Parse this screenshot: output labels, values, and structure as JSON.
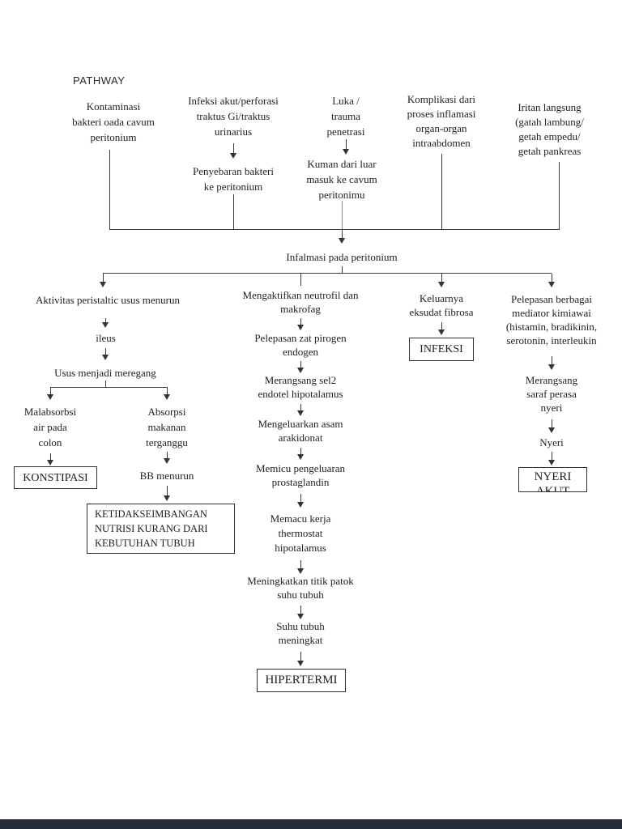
{
  "title": "PATHWAY",
  "colors": {
    "page_bg": "#ffffff",
    "ink": "#1f1f1f",
    "separator": "#232b36"
  },
  "nodes": {
    "kontaminasi": {
      "label": "Kontaminasi\nbakteri oada cavum\nperitonium"
    },
    "infeksi_akut": {
      "label": "Infeksi akut/perforasi\ntraktus Gi/traktus\nurinarius"
    },
    "penyebaran": {
      "label": "Penyebaran bakteri\nke peritonium"
    },
    "luka": {
      "label": "Luka /\ntrauma\npenetrasi"
    },
    "kuman": {
      "label": "Kuman dari luar\nmasuk ke cavum\nperitonimu"
    },
    "komplikasi": {
      "label": "Komplikasi dari\nproses inflamasi\norgan-organ\nintraabdomen"
    },
    "iritan": {
      "label": "Iritan langsung\n(gatah lambung/\ngetah empedu/\ngetah pankreas"
    },
    "inflamasi": {
      "label": "Infalmasi pada peritonium"
    },
    "aktivitas": {
      "label": "Aktivitas peristaltic usus menurun"
    },
    "ileus": {
      "label": "ileus"
    },
    "usus_meregang": {
      "label": "Usus menjadi meregang"
    },
    "malabsorbsi": {
      "label": "Malabsorbsi\nair pada\ncolon"
    },
    "konstipasi": {
      "label": "KONSTIPASI"
    },
    "absorpsi": {
      "label": "Absorpsi\nmakanan\nterganggu"
    },
    "bb_menurun": {
      "label": "BB menurun"
    },
    "ketidakseimbangan": {
      "label": "KETIDAKSEIMBANGAN\nNUTRISI KURANG DARI\nKEBUTUHAN TUBUH"
    },
    "mengaktifkan": {
      "label": "Mengaktifkan neutrofil dan\nmakrofag"
    },
    "pelepasan_pirogen": {
      "label": "Pelepasan zat pirogen\nendogen"
    },
    "merangsang_sel": {
      "label": "Merangsang sel2\nendotel hipotalamus"
    },
    "asam_arakidonat": {
      "label": "Mengeluarkan asam\narakidonat"
    },
    "prostaglandin": {
      "label": "Memicu pengeluaran\nprostaglandin"
    },
    "thermostat": {
      "label": "Memacu kerja\nthermostat\nhipotalamus"
    },
    "titik_patok": {
      "label": "Meningkatkan titik patok\nsuhu tubuh"
    },
    "suhu_naik": {
      "label": "Suhu tubuh\nmeningkat"
    },
    "hipertermi": {
      "label": "HIPERTERMI"
    },
    "keluarnya": {
      "label": "Keluarnya\neksudat fibrosa"
    },
    "infeksi_dx": {
      "label": "INFEKSI"
    },
    "mediator": {
      "label": "Pelepasan berbagai\nmediator kimiawai\n(histamin, bradikinin,\nserotonin, interleukin"
    },
    "saraf_nyeri": {
      "label": "Merangsang\nsaraf perasa\nnyeri"
    },
    "nyeri": {
      "label": "Nyeri"
    },
    "nyeri_dx": {
      "label": "NYERI",
      "label2": "AKUT"
    }
  }
}
